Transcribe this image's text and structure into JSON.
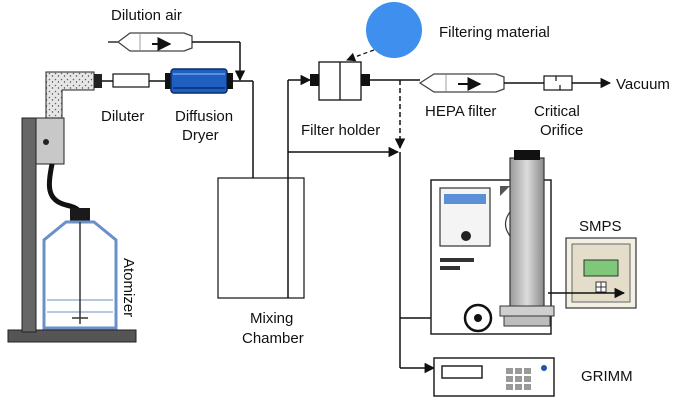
{
  "labels": {
    "dilution_air": "Dilution air",
    "filtering_material": "Filtering material",
    "diluter": "Diluter",
    "diffusion": "Diffusion",
    "dryer": "Dryer",
    "filter_holder": "Filter holder",
    "hepa_filter": "HEPA filter",
    "critical": "Critical",
    "orifice": "Orifice",
    "vacuum": "Vacuum",
    "mixing": "Mixing",
    "chamber": "Chamber",
    "atomizer": "Atomizer",
    "smps": "SMPS",
    "grimm": "GRIMM"
  },
  "colors": {
    "line": "#111111",
    "dryer_blue": "#1f5fbf",
    "filter_material_blue": "#3f8fef",
    "bottle_blue": "#6a90c8",
    "screen_blue": "#5b8fd6",
    "smps_green": "#7fc87a",
    "stand_gray": "#777777"
  }
}
